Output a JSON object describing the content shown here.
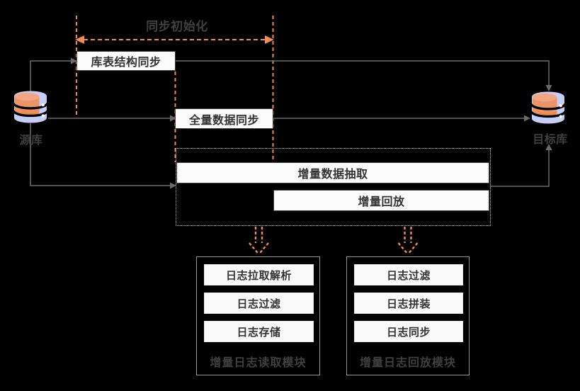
{
  "diagram": {
    "phase_label": "同步初始化",
    "source_db_label": "源库",
    "target_db_label": "目标库",
    "steps": {
      "schema_sync": "库表结构同步",
      "full_data_sync": "全量数据同步",
      "incremental_extract": "增量数据抽取",
      "incremental_replay": "增量回放"
    },
    "modules": {
      "reader": {
        "title": "增量日志读取模块",
        "items": [
          "日志拉取解析",
          "日志过滤",
          "日志存储"
        ]
      },
      "replayer": {
        "title": "增量日志回放模块",
        "items": [
          "日志过滤",
          "日志拼装",
          "日志同步"
        ]
      }
    },
    "icons": {
      "source": "database-icon",
      "target": "database-icon",
      "phase_span": "double-headed-dashed-arrow-icon",
      "module_pointers": "dashed-down-arrow-icon"
    },
    "colors": {
      "background": "#000000",
      "accent_orange": "#ee8a52",
      "connector_gray": "#6a6a6a",
      "box_fill": "#fbfbfb",
      "box_border": "#3d3d3d",
      "dotted_border": "#c8c8c8",
      "module_border": "#969696",
      "db_body_lavender": "#c6cef7",
      "db_disk_orange": "#ef9464",
      "text": "#333333",
      "outer_label_text": "#3f3f3f"
    }
  }
}
